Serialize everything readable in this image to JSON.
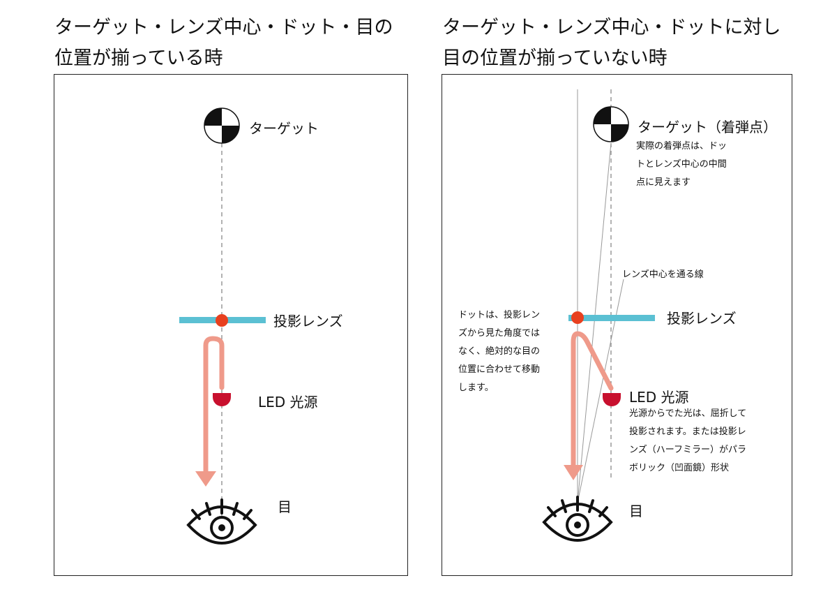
{
  "left_panel": {
    "title_line1": "ターゲット・レンズ中心・ドット・目の",
    "title_line2": "位置が揃っている時",
    "target_label": "ターゲット",
    "lens_label": "投影レンズ",
    "led_label": "LED 光源",
    "eye_label": "目"
  },
  "right_panel": {
    "title_line1": "ターゲット・レンズ中心・ドットに対し",
    "title_line2": "目の位置が揃っていない時",
    "target_label": "ターゲット（着弾点）",
    "target_note": [
      "実際の着弾点は、ドッ",
      "トとレンズ中心の中間",
      "点に見えます"
    ],
    "lens_center_line_label": "レンズ中心を通る線",
    "dot_note": [
      "ドットは、投影レン",
      "ズから見た角度では",
      "なく、絶対的な目の",
      "位置に合わせて移動",
      "します。"
    ],
    "lens_label": "投影レンズ",
    "led_label": "LED 光源",
    "led_note": [
      "光源からでた光は、屈折して",
      "投影されます。または投影レ",
      "ンズ（ハーフミラー）がパラ",
      "ボリック（凹面鏡）形状"
    ],
    "eye_label": "目"
  },
  "colors": {
    "lens": "#5bc0d3",
    "dot": "#e8401f",
    "led": "#c8102e",
    "light_path": "#ef9a8a",
    "guide": "#888888"
  }
}
